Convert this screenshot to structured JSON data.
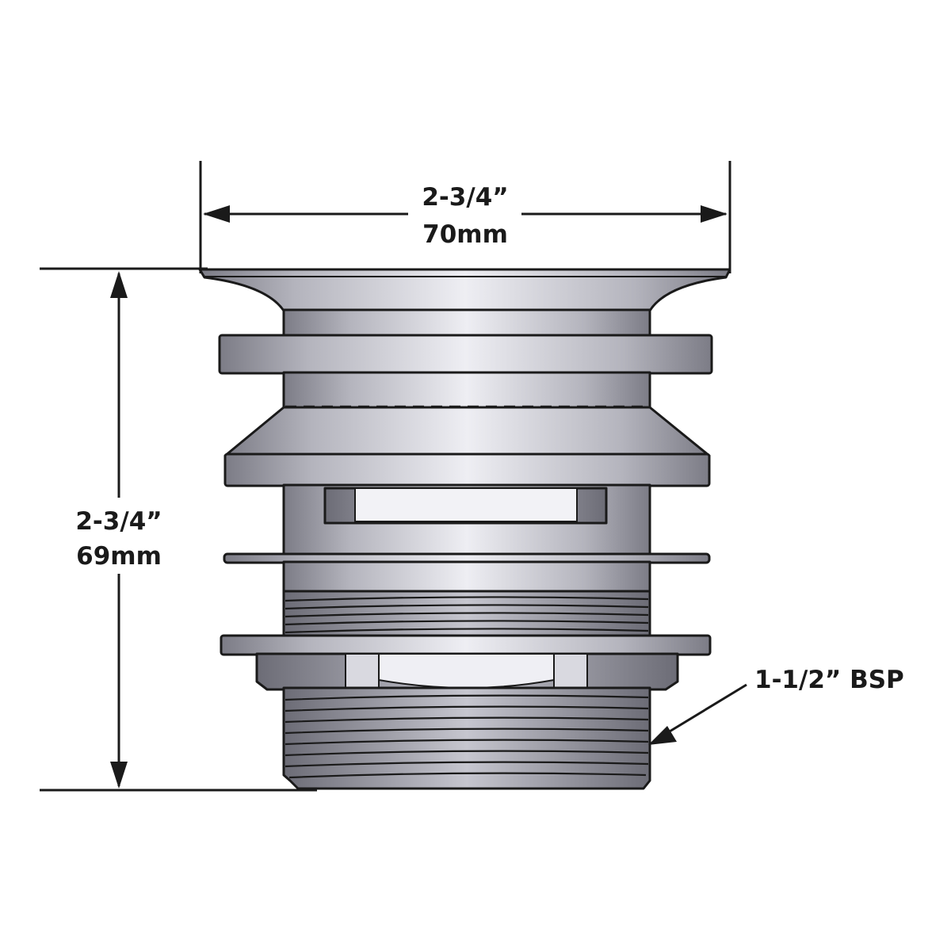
{
  "drawing": {
    "part": "pop-up drain waste",
    "colors": {
      "line": "#1a1a1a",
      "metal_light": "#e8e8ee",
      "metal_mid": "#b4b4bd",
      "metal_dark": "#7c7c86",
      "background": "#ffffff"
    }
  },
  "dimensions": {
    "width": {
      "imperial": "2-3/4”",
      "metric": "70mm"
    },
    "height": {
      "imperial": "2-3/4”",
      "metric": "69mm"
    },
    "thread": {
      "label": "1-1/2” BSP"
    }
  }
}
